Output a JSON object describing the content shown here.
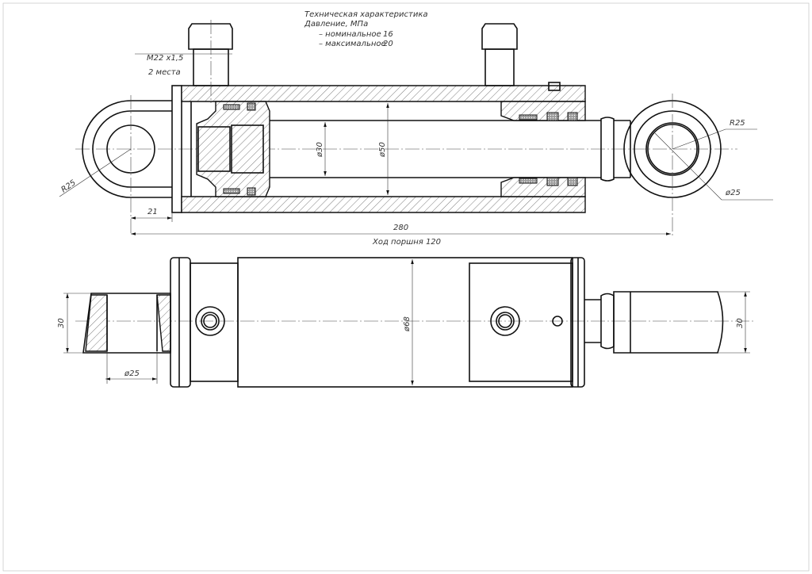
{
  "spec": {
    "title": "Техническая характеристика",
    "pressure": "Давление, МПа",
    "nominal_label": "– номинальное",
    "nominal_value": "16",
    "max_label": "– максимальное",
    "max_value": "20"
  },
  "callouts": {
    "thread": "M22 x1,5",
    "thread_qty": "2 места",
    "left_radius": "R25",
    "right_radius": "R25",
    "right_hole": "ø25"
  },
  "dimensions": {
    "rod_dia": "ø30",
    "bore_dia": "ø50",
    "eye_offset": "21",
    "overall_length": "280",
    "stroke": "Ход поршня 120",
    "body_dia": "ø68",
    "left_width": "30",
    "right_width": "30",
    "clevis_hole": "ø25"
  }
}
